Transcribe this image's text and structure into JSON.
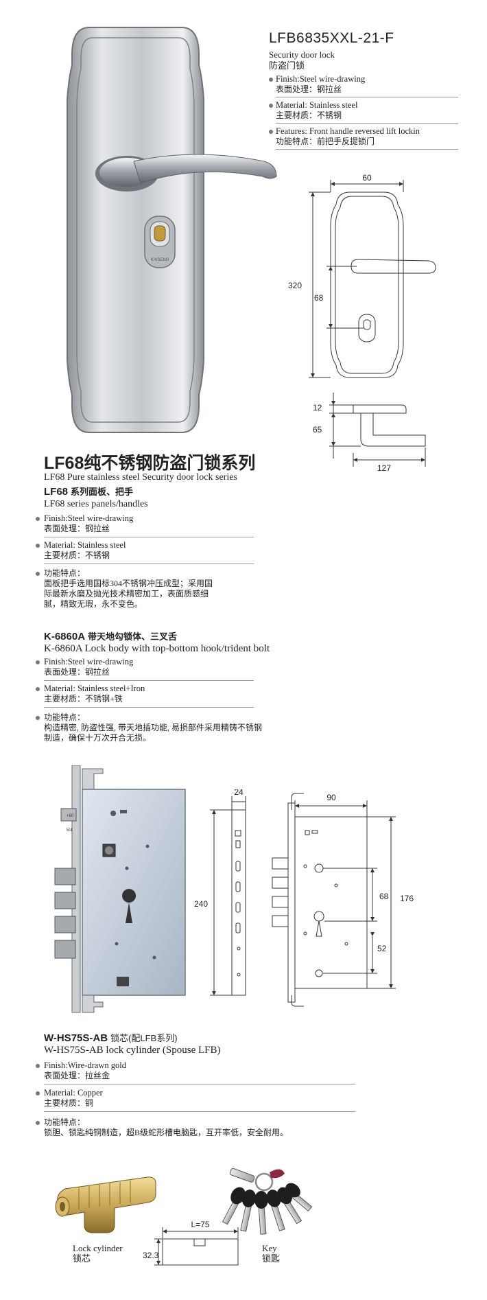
{
  "product1": {
    "model": "LFB6835XXL-21-F",
    "name_en": "Security door lock",
    "name_cn": "防盗门锁",
    "features": [
      {
        "en": "Finish:Steel wire-drawing",
        "cn": "表面处理：钢拉丝"
      },
      {
        "en": "Material: Stainless steel",
        "cn": "主要材质：不锈钢"
      },
      {
        "en": "Features: Front handle reversed lift lockin",
        "cn": "功能特点：前把手反提锁门"
      }
    ],
    "dims": {
      "width": "60",
      "height": "320",
      "spacing": "68",
      "thick": "12",
      "depth": "65",
      "length": "127"
    },
    "escutcheon_brand": "KAISENG"
  },
  "series": {
    "title": "LF68纯不锈钢防盗门锁系列",
    "title_en": "LF68 Pure stainless steel Security door lock series",
    "sub_code": "LF68",
    "sub_cn": "系列面板、把手",
    "sub_en": "LF68 series panels/handles",
    "features": [
      {
        "en": "Finish:Steel wire-drawing",
        "cn": "表面处理：钢拉丝"
      },
      {
        "en": "Material: Stainless steel",
        "cn": "主要材质：不锈钢"
      }
    ],
    "func_label": "功能特点：",
    "func_lines": [
      "面板把手选用国标304不锈钢冲压成型；采用国",
      "际最新水磨及抛光技术精密加工，表面质感细",
      "腻，精致无瑕，永不变色。"
    ]
  },
  "lockbody": {
    "code": "K-6860A",
    "title_cn": "带天地勾锁体、三叉舌",
    "title_en": "K-6860A Lock body with top-bottom hook/trident bolt",
    "features": [
      {
        "en": "Finish:Steel wire-drawing",
        "cn": "表面处理：钢拉丝"
      },
      {
        "en": "Material:  Stainless steel+Iron",
        "cn": "主要材质：不锈钢+铁"
      }
    ],
    "func_label": "功能特点：",
    "func_lines": [
      "构造精密, 防盗性强, 带天地插功能, 易损部件采用精铸不锈钢",
      "制造，确保十万次开合无损。"
    ],
    "dims": {
      "face_w": "24",
      "face_h": "240",
      "body_w": "90",
      "body_h": "176",
      "d1": "68",
      "d2": "52"
    },
    "faceplate_marks": [
      "+60",
      "5/4"
    ]
  },
  "cylinder": {
    "code": "W-HS75S-AB",
    "title_cn": "锁芯(配LFB系列)",
    "title_en": "W-HS75S-AB lock cylinder (Spouse LFB)",
    "features": [
      {
        "en": "Finish:Wire-drawn gold",
        "cn": "表面处理：拉丝金"
      },
      {
        "en": "Material:  Copper",
        "cn": "主要材质：铜"
      }
    ],
    "func_label": "功能特点：",
    "func_lines": [
      "锁胆、锁匙纯铜制造，超B级蛇形槽电脑匙，互开率低，安全耐用。"
    ],
    "cyl_label_en": "Lock cylinder",
    "cyl_label_cn": "锁芯",
    "key_label_en": "Key",
    "key_label_cn": "锁匙",
    "dims": {
      "length": "L=75",
      "height": "32.3"
    }
  },
  "colors": {
    "steel": "#b8bcc0",
    "gold": "#c9a857",
    "bullet": "#777777"
  }
}
